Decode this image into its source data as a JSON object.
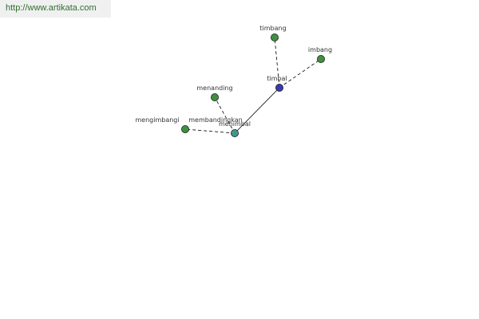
{
  "header": {
    "url": "http://www.artikata.com"
  },
  "graph": {
    "colors": {
      "center": "#3a3aa6",
      "secondary": "#3c9a8c",
      "leaf": "#3f8f3f",
      "edge": "#000000"
    },
    "nodes": [
      {
        "id": "timbal",
        "label": "timbal",
        "kind": "center"
      },
      {
        "id": "menimbal",
        "label": "menimbal",
        "kind": "secondary"
      },
      {
        "id": "timbang",
        "label": "timbang",
        "kind": "leaf"
      },
      {
        "id": "imbang",
        "label": "imbang",
        "kind": "leaf"
      },
      {
        "id": "menanding",
        "label": "menanding",
        "kind": "leaf"
      },
      {
        "id": "mengimbangi",
        "label": "mengimbangi",
        "kind": "leaf"
      },
      {
        "id": "membandingkan",
        "label": "membandingkan",
        "kind": "leaf"
      }
    ],
    "edges": [
      {
        "from": "timbal",
        "to": "menimbal",
        "style": "solid"
      },
      {
        "from": "timbal",
        "to": "timbang",
        "style": "dashed"
      },
      {
        "from": "timbal",
        "to": "imbang",
        "style": "dashed"
      },
      {
        "from": "menimbal",
        "to": "menanding",
        "style": "dashed"
      },
      {
        "from": "menimbal",
        "to": "mengimbangi",
        "style": "dashed"
      }
    ]
  }
}
